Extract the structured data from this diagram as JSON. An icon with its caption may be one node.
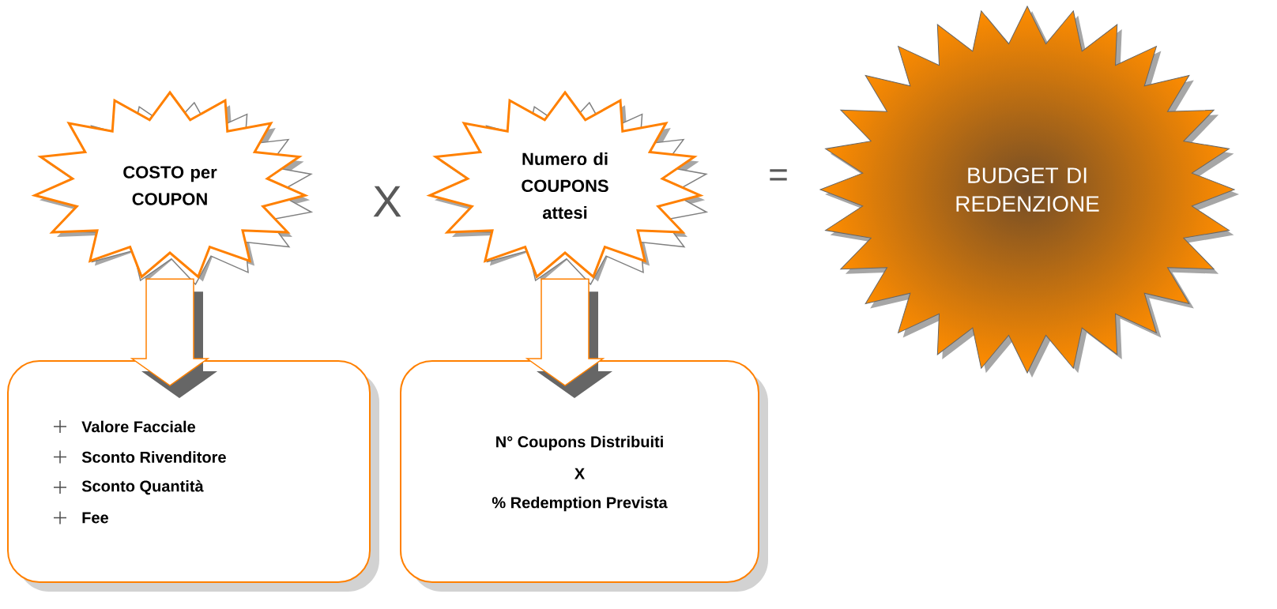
{
  "diagram": {
    "nodes": [
      {
        "text": [
          "COSTO per COUPON"
        ]
      },
      {
        "text": [
          "Numero di COUPONS attesi"
        ]
      },
      {
        "text": [
          "BUDGET DI REDENZIONE"
        ]
      },
      {
        "text": [
          "Valore Facciale",
          "Sconto Rivenditore",
          "Sconto Quantità",
          "Fee"
        ]
      },
      {
        "text": [
          "N° Coupons Distribuiti",
          "X",
          "% Redemption Prevista"
        ]
      }
    ],
    "edges": [
      {
        "from": 0,
        "to": 3,
        "arrow": "to"
      },
      {
        "from": 1,
        "to": 4,
        "arrow": "to"
      }
    ],
    "labels": [
      "X",
      "="
    ]
  }
}
